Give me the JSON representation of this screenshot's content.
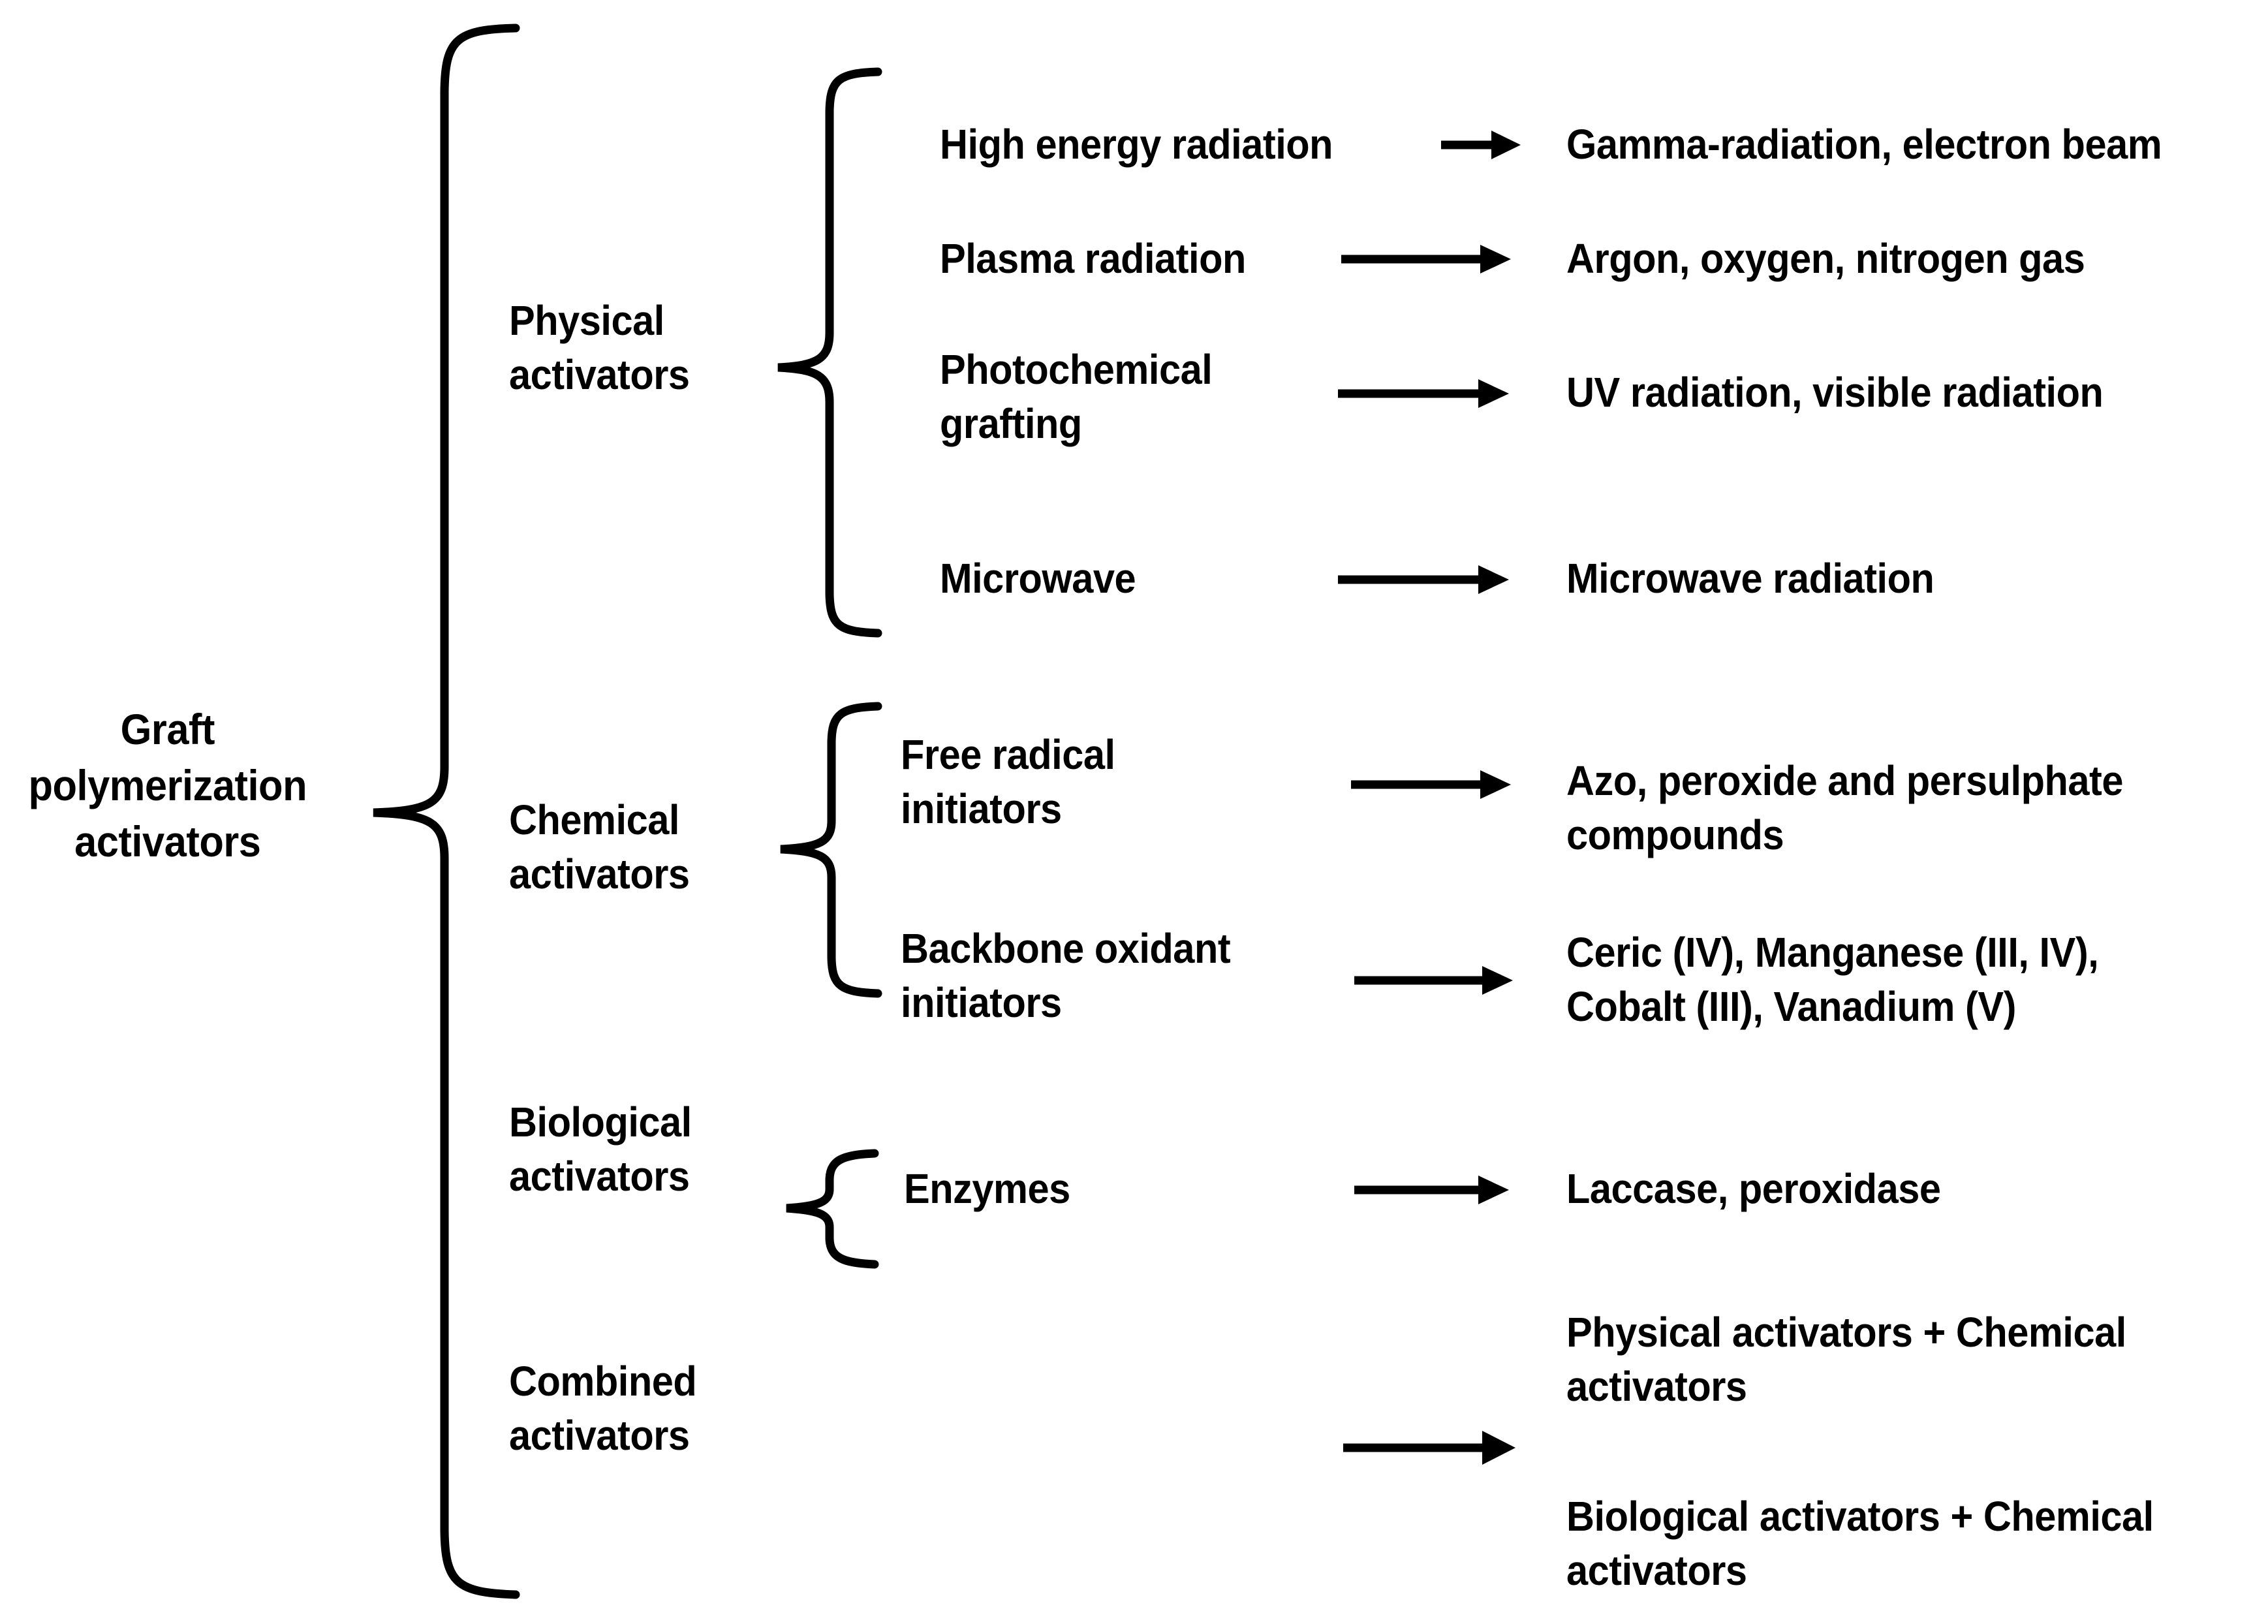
{
  "diagram": {
    "type": "tree-brace-diagram",
    "root": {
      "label": "Graft\npolymerization\nactivators"
    },
    "categories": [
      {
        "id": "physical",
        "label": "Physical\nactivators",
        "items": [
          {
            "label": "High energy radiation",
            "arrow": "right-arrow",
            "examples": "Gamma-radiation, electron beam"
          },
          {
            "label": "Plasma radiation",
            "arrow": "right-arrow",
            "examples": "Argon, oxygen, nitrogen gas"
          },
          {
            "label": "Photochemical\ngrafting",
            "arrow": "right-arrow",
            "examples": "UV radiation, visible radiation"
          },
          {
            "label": "Microwave",
            "arrow": "right-arrow",
            "examples": "Microwave radiation"
          }
        ]
      },
      {
        "id": "chemical",
        "label": "Chemical\nactivators",
        "items": [
          {
            "label": "Free radical\ninitiators",
            "arrow": "right-arrow",
            "examples": "Azo, peroxide and persulphate\ncompounds"
          },
          {
            "label": "Backbone oxidant\ninitiators",
            "arrow": "right-arrow",
            "examples": "Ceric (IV), Manganese (III, IV),\nCobalt (III), Vanadium (V)"
          }
        ]
      },
      {
        "id": "biological",
        "label": "Biological\nactivators",
        "items": [
          {
            "label": "Enzymes",
            "arrow": "right-arrow",
            "examples": "Laccase, peroxidase"
          }
        ]
      },
      {
        "id": "combined",
        "label": "Combined\nactivators",
        "items": [
          {
            "label": "",
            "arrow": "right-arrow",
            "examples": "Physical activators + Chemical\nactivators"
          },
          {
            "label": "",
            "arrow": "",
            "examples": "Biological activators + Chemical\nactivators"
          }
        ]
      }
    ],
    "colors": {
      "ink": "#000000",
      "background": "#ffffff"
    }
  }
}
